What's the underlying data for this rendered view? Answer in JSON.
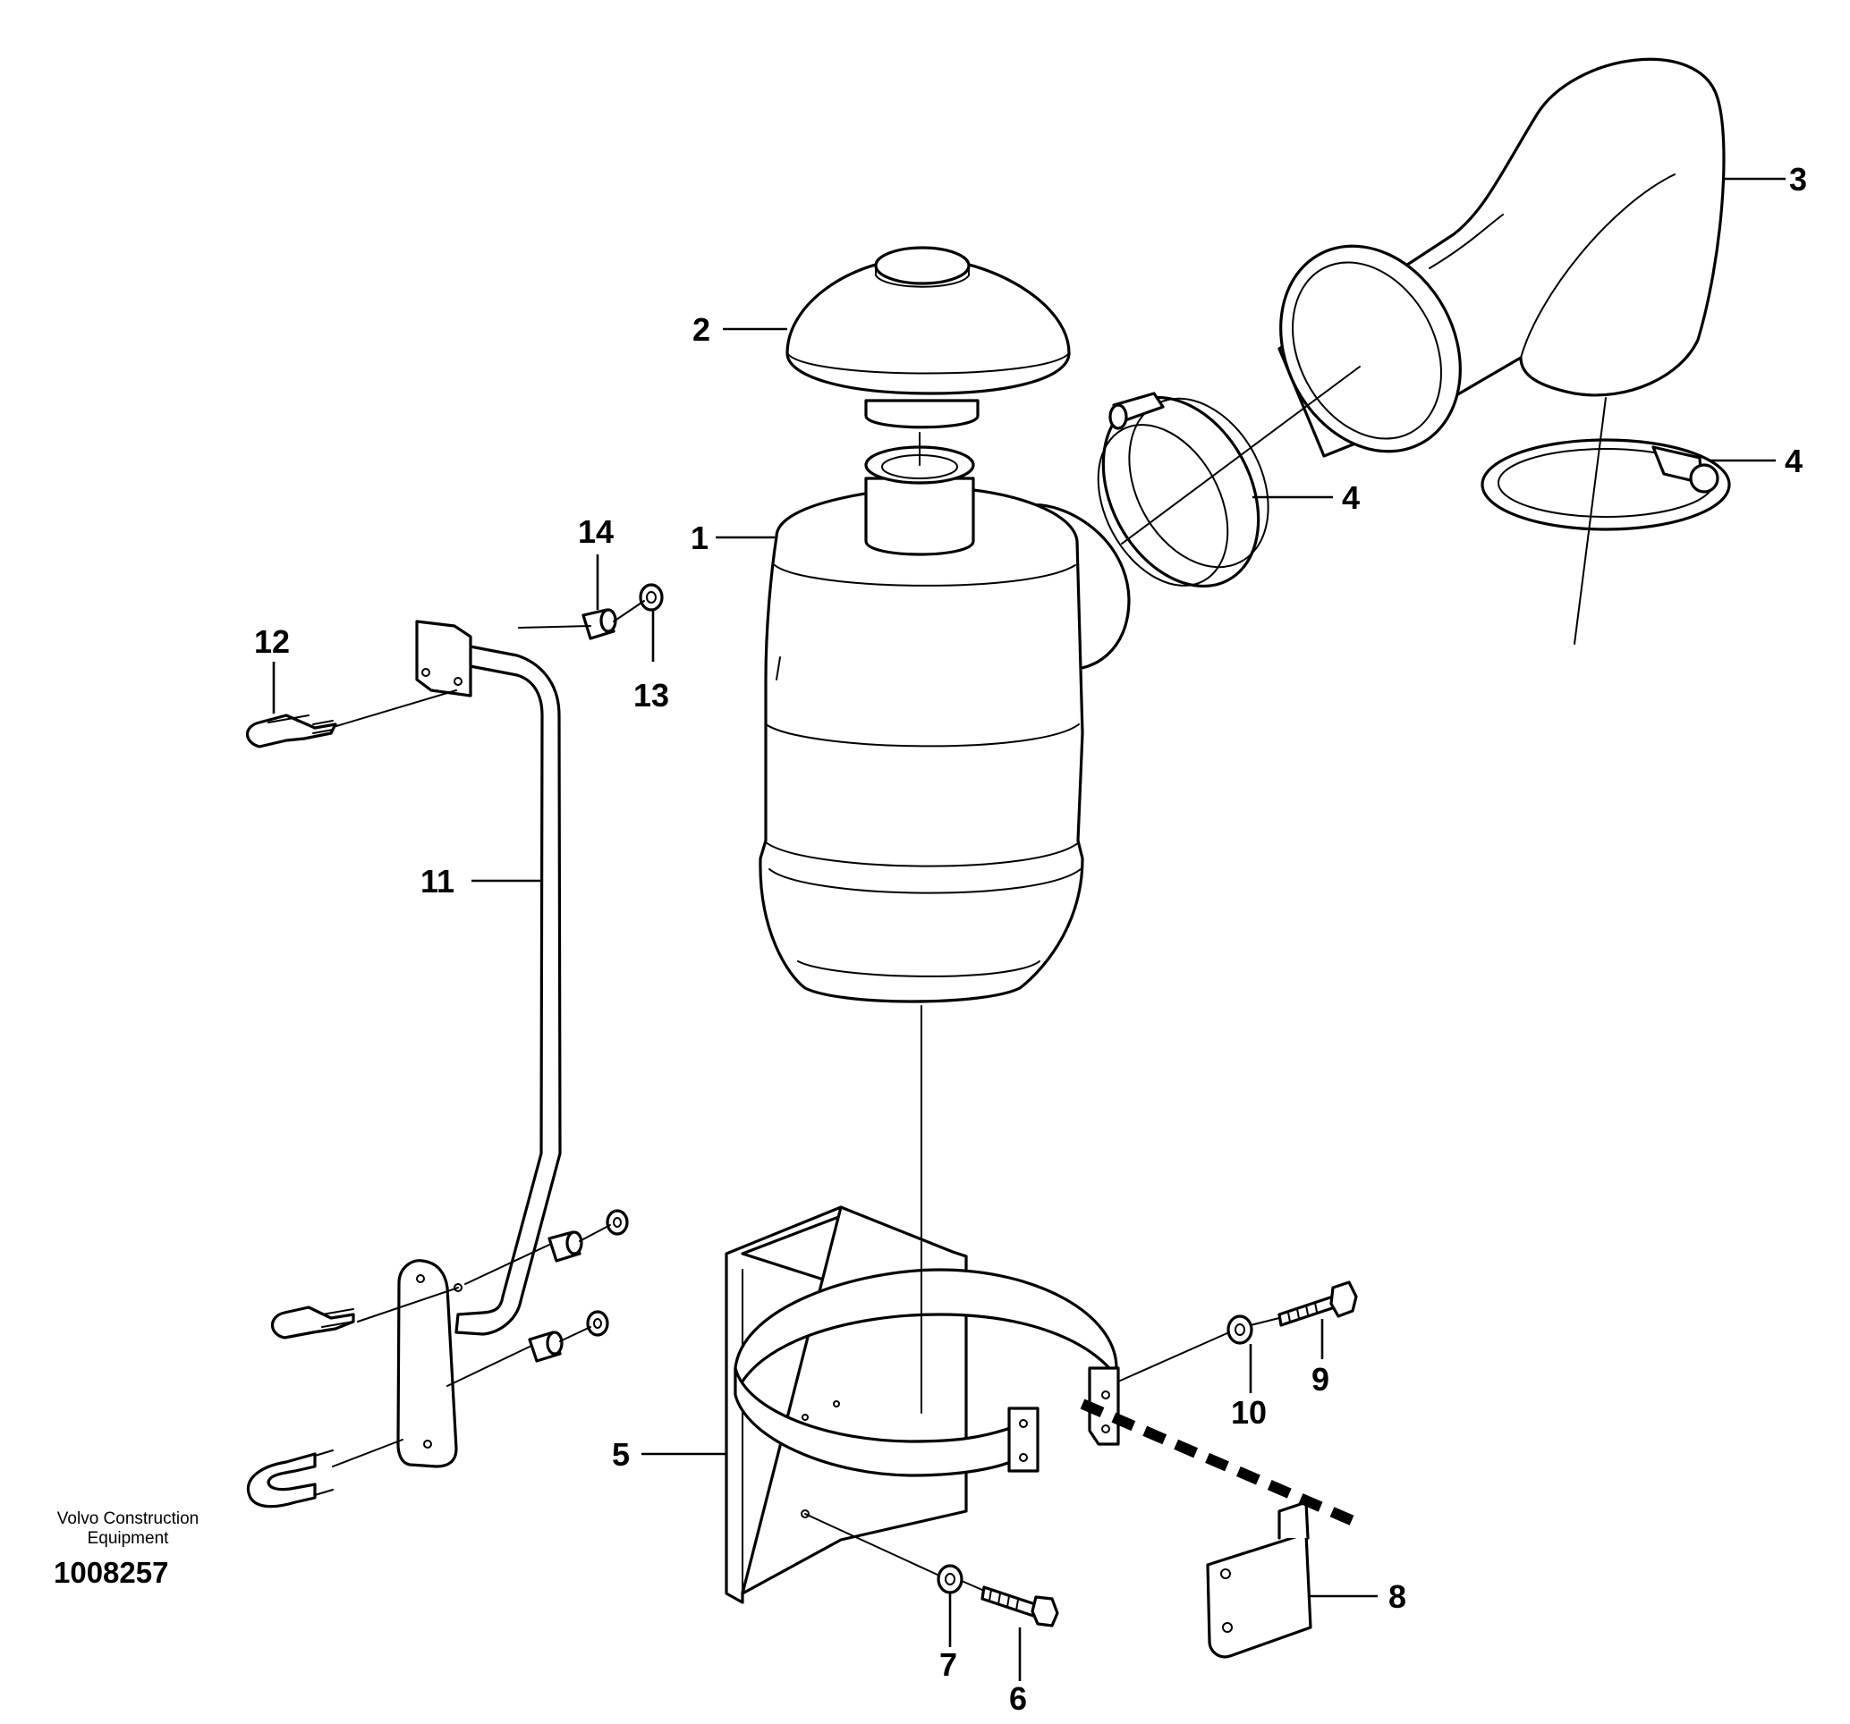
{
  "diagram": {
    "callouts": {
      "c1": "1",
      "c2": "2",
      "c3": "3",
      "c4a": "4",
      "c4b": "4",
      "c5": "5",
      "c6": "6",
      "c7": "7",
      "c8": "8",
      "c9": "9",
      "c10": "10",
      "c11": "11",
      "c12": "12",
      "c13": "13",
      "c14": "14"
    },
    "brand_line1": "Volvo Construction",
    "brand_line2": "Equipment",
    "drawing_number": "1008257"
  }
}
